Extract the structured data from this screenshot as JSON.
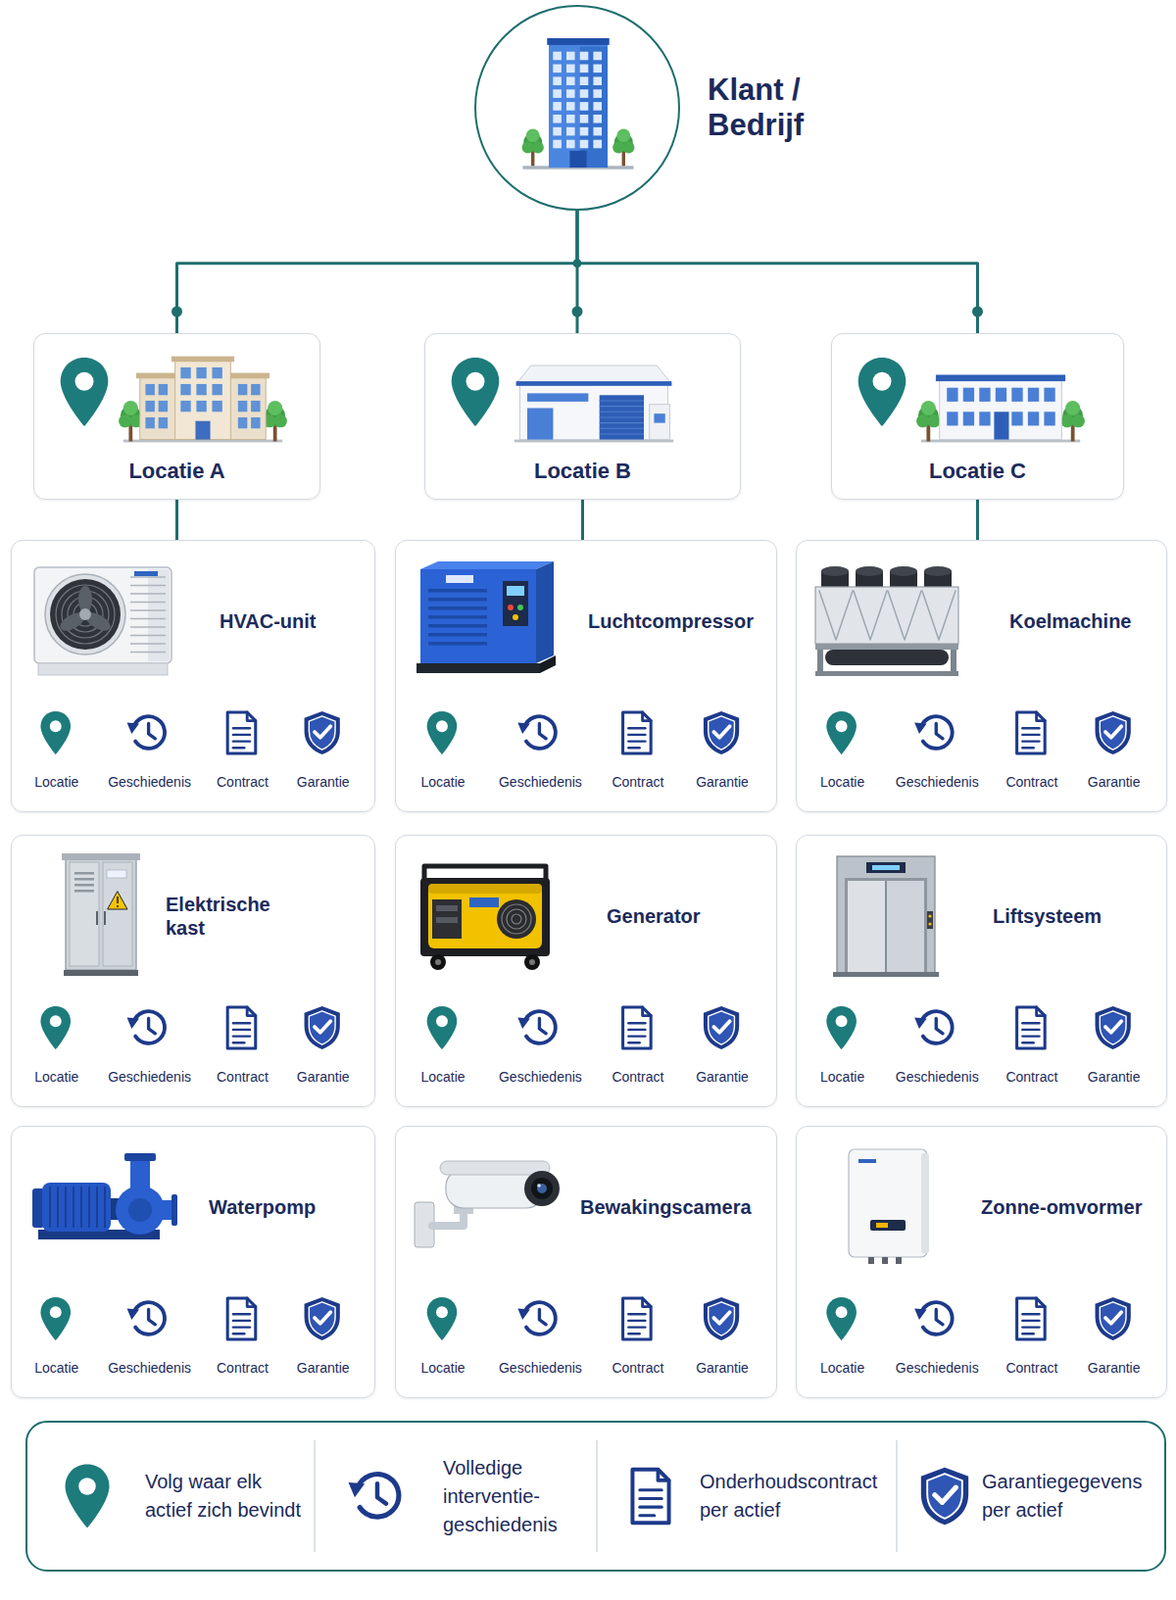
{
  "diagram": {
    "nodes": [
      {
        "text": [
          "Klant / Bedrijf"
        ]
      },
      {
        "text": [
          "Locatie A"
        ]
      },
      {
        "text": [
          "Locatie B"
        ]
      },
      {
        "text": [
          "Locatie C"
        ]
      },
      {
        "text": [
          "HVAC-unit",
          "Locatie",
          "Geschiedenis",
          "Contract",
          "Garantie"
        ]
      },
      {
        "text": [
          "Luchtcompressor",
          "Locatie",
          "Geschiedenis",
          "Contract",
          "Garantie"
        ]
      },
      {
        "text": [
          "Koelmachine",
          "Locatie",
          "Geschiedenis",
          "Contract",
          "Garantie"
        ]
      },
      {
        "text": [
          "Elektrische kast",
          "Locatie",
          "Geschiedenis",
          "Contract",
          "Garantie"
        ]
      },
      {
        "text": [
          "Generator",
          "Locatie",
          "Geschiedenis",
          "Contract",
          "Garantie"
        ]
      },
      {
        "text": [
          "Liftsysteem",
          "Locatie",
          "Geschiedenis",
          "Contract",
          "Garantie"
        ]
      },
      {
        "text": [
          "Waterpomp",
          "Locatie",
          "Geschiedenis",
          "Contract",
          "Garantie"
        ]
      },
      {
        "text": [
          "Bewakingscamera",
          "Locatie",
          "Geschiedenis",
          "Contract",
          "Garantie"
        ]
      },
      {
        "text": [
          "Zonne-omvormer",
          "Locatie",
          "Geschiedenis",
          "Contract",
          "Garantie"
        ]
      }
    ],
    "edges": [
      {
        "from": 0,
        "to": 1,
        "arrow": "none"
      },
      {
        "from": 0,
        "to": 2,
        "arrow": "none"
      },
      {
        "from": 0,
        "to": 3,
        "arrow": "none"
      },
      {
        "from": 1,
        "to": 4,
        "arrow": "none"
      },
      {
        "from": 2,
        "to": 5,
        "arrow": "none"
      },
      {
        "from": 3,
        "to": 6,
        "arrow": "none"
      }
    ],
    "legend": [
      {
        "text": "Volg waar elk actief zich bevindt"
      },
      {
        "text": "Volledige interventie-geschiedenis"
      },
      {
        "text": "Onderhoudscontract per actief"
      },
      {
        "text": "Garantiegegevens per actief"
      }
    ]
  }
}
